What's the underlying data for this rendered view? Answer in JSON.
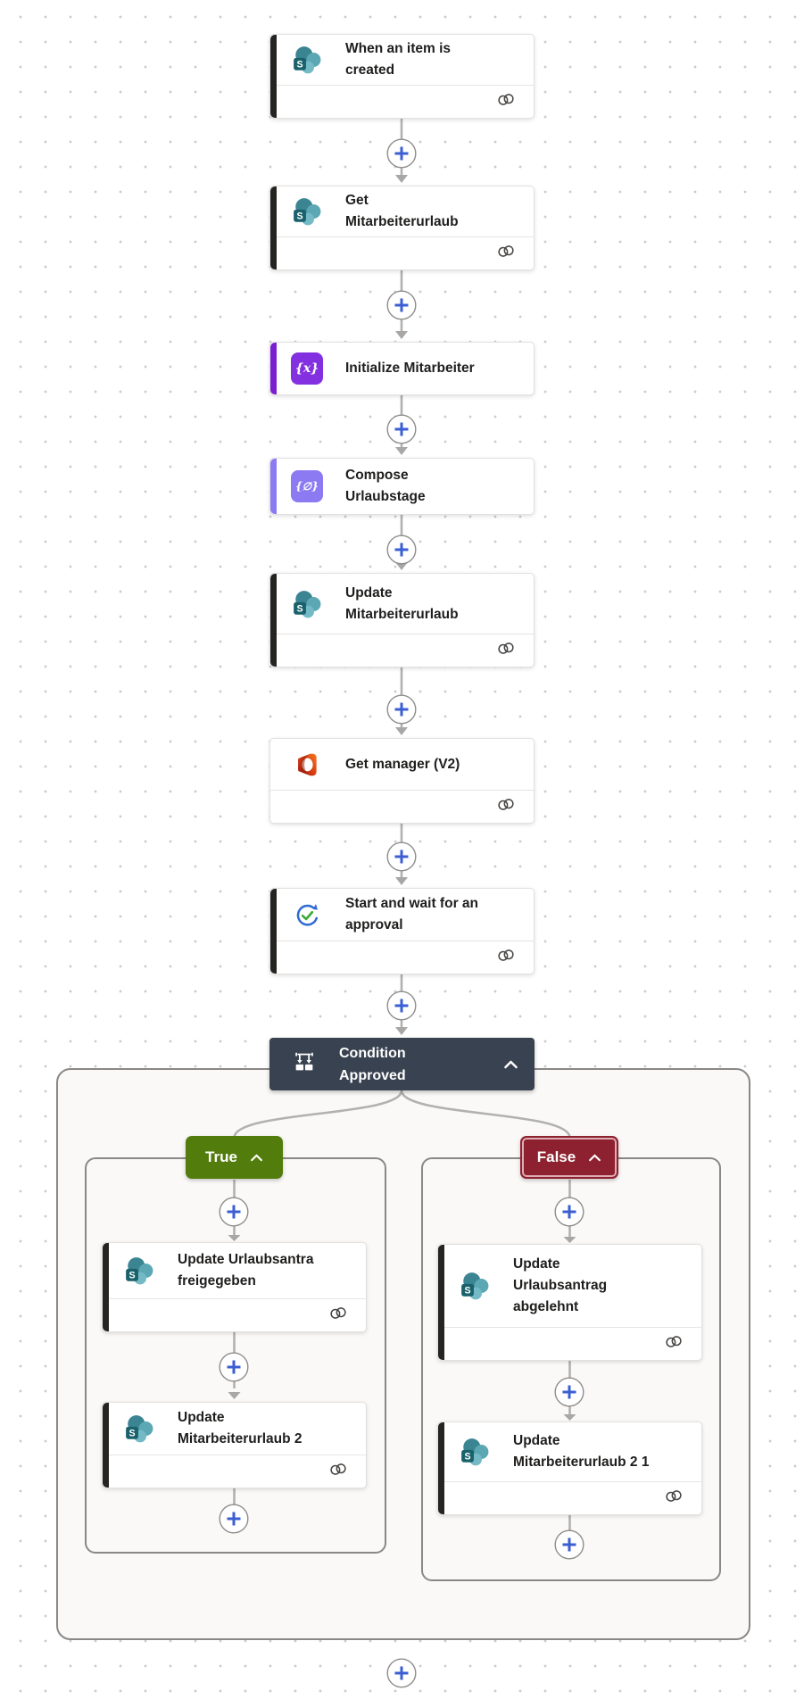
{
  "app": "power-automate-flow-designer",
  "flow": {
    "trigger": {
      "title": "When an item is created",
      "connector": "sharepoint",
      "has_connection_badge": true
    },
    "get_mitarbeiterurlaub": {
      "title": "Get Mitarbeiterurlaub",
      "connector": "sharepoint",
      "has_connection_badge": true
    },
    "initialize_mitarbeiter": {
      "title": "Initialize Mitarbeiter",
      "connector": "variables",
      "icon_glyph": "{x}",
      "has_connection_badge": false
    },
    "compose_urlaubstage": {
      "title": "Compose Urlaubstage",
      "connector": "data-operations",
      "icon_glyph": "{∅}",
      "has_connection_badge": false
    },
    "update_mitarbeiterurlaub": {
      "title": "Update Mitarbeiterurlaub",
      "connector": "sharepoint",
      "has_connection_badge": true
    },
    "get_manager": {
      "title": "Get manager (V2)",
      "connector": "office365",
      "has_connection_badge": true
    },
    "start_approval": {
      "title": "Start and wait for an approval",
      "connector": "approvals",
      "has_connection_badge": true
    },
    "condition": {
      "title": "Condition Approved",
      "collapsed": false
    },
    "branches": {
      "true": {
        "label": "True",
        "card1": {
          "title": "Update Urlaubsantra freigegeben",
          "connector": "sharepoint",
          "has_connection_badge": true
        },
        "card2": {
          "title": "Update Mitarbeiterurlaub 2",
          "connector": "sharepoint",
          "has_connection_badge": true
        }
      },
      "false": {
        "label": "False",
        "card1": {
          "title": "Update Urlaubsantrag abgelehnt",
          "connector": "sharepoint",
          "has_connection_badge": true
        },
        "card2": {
          "title": "Update Mitarbeiterurlaub 2 1",
          "connector": "sharepoint",
          "has_connection_badge": true
        }
      }
    },
    "sharepoint_icon_letter": "S"
  },
  "icons": {
    "sharepoint": "sharepoint-icon (teal circle cluster with S tile)",
    "variables": "curly-braces-x-icon",
    "compose": "curly-braces-slashed-o-icon",
    "office365": "office-o-logo-icon",
    "approvals": "circular-arrow-check-icon",
    "condition": "branch-split-icon",
    "connection": "chain-link-icon",
    "insert_step": "plus-circle-icon",
    "collapse": "chevron-up-icon"
  },
  "colors": {
    "accent_dark_bar": "#252423",
    "variables_purple": "#7b1fd1",
    "variables_icon_bg": "#8331e0",
    "compose_lavender": "#8b7af2",
    "condition_header_bg": "#394250",
    "true_badge_green": "#527c0c",
    "false_badge_maroon": "#8d2130",
    "plus_blue": "#3b5fd2",
    "connector_gray": "#b3b1af",
    "scope_bg": "#faf9f7",
    "scope_border": "#8a8886",
    "sharepoint_teal_dark": "#19616b",
    "sharepoint_teal_mid": "#3b8492",
    "office_red": "#d63a12",
    "approval_blue": "#2f6bd0",
    "approval_green": "#3ba935"
  }
}
